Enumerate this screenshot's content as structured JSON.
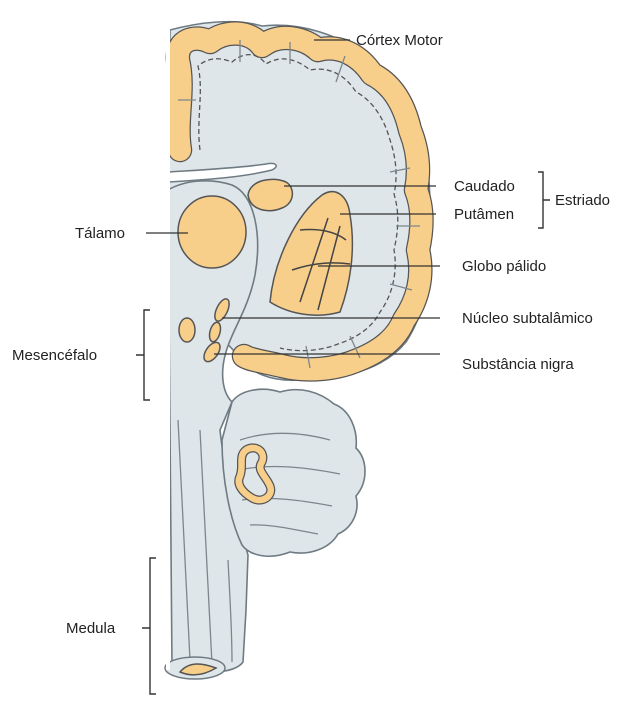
{
  "colors": {
    "tissue": "#dfe6ea",
    "nucleus": "#f8cf8a",
    "outline": "#555555",
    "leader": "#333333"
  },
  "labels": {
    "cortex_motor": "Córtex Motor",
    "caudado": "Caudado",
    "putamen": "Putâmen",
    "estriado": "Estriado",
    "talamo": "Tálamo",
    "globo_palido": "Globo pálido",
    "nucleo_subtalamico": "Núcleo subtalâmico",
    "mesencefalo": "Mesencéfalo",
    "substancia_nigra": "Substância nigra",
    "medula": "Medula"
  }
}
